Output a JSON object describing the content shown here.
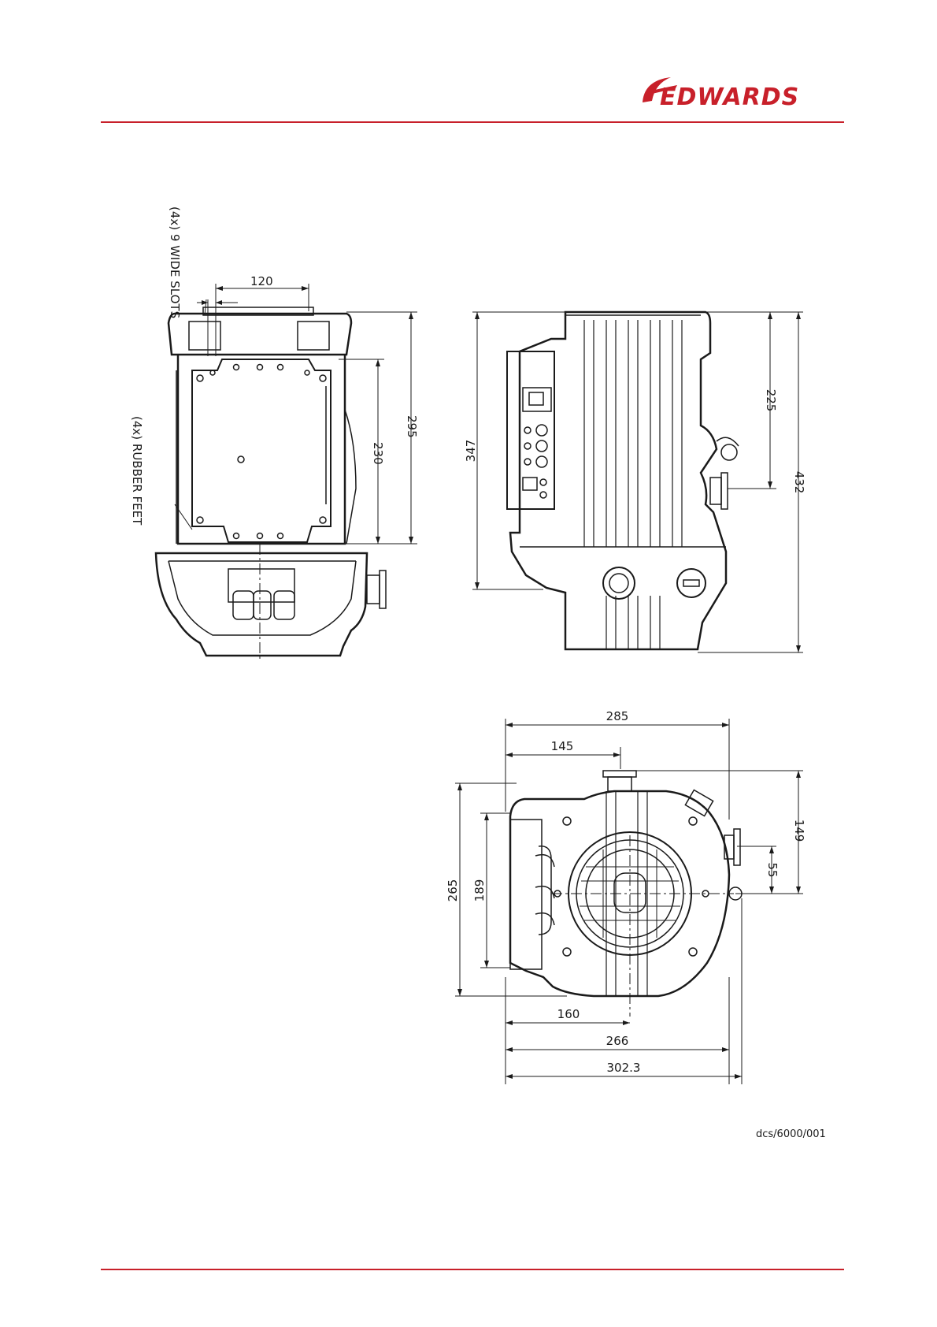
{
  "brand": {
    "name": "EDWARDS",
    "color": "#c8202a"
  },
  "colors": {
    "rule": "#c8202a",
    "ink": "#1a1a1a",
    "paper": "#ffffff"
  },
  "icons": [
    "logo-swoosh-icon"
  ],
  "views": {
    "side": {
      "labels": {
        "slots": "(4x) 9 WIDE SLOTS",
        "feet": "(4x) RUBBER FEET"
      },
      "dims": {
        "slot_spacing": "120",
        "height_total": "295",
        "height_inner": "230"
      }
    },
    "front": {
      "dims": {
        "height_body": "347",
        "height_upper": "225",
        "height_total": "432"
      }
    },
    "top": {
      "dims": {
        "w285": "285",
        "w145": "145",
        "h149": "149",
        "h55": "55",
        "h265": "265",
        "h189": "189",
        "w160": "160",
        "w266": "266",
        "w302": "302.3"
      }
    }
  },
  "drawing_ref": "dcs/6000/001"
}
